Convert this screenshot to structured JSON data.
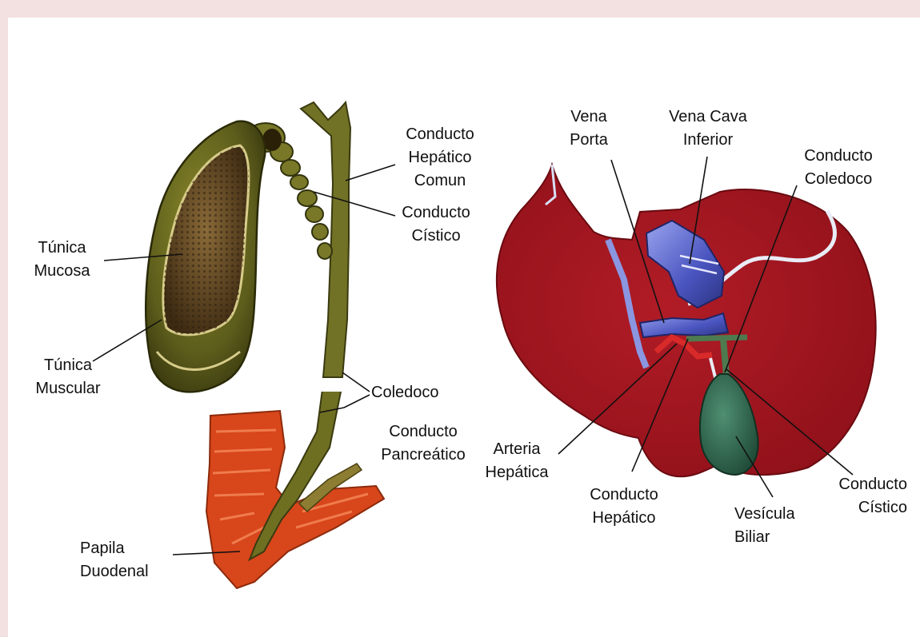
{
  "labels": {
    "tunica_mucosa": [
      "Túnica",
      "Mucosa"
    ],
    "tunica_muscular": [
      "Túnica",
      "Muscular"
    ],
    "conducto_hepatico_comun": [
      "Conducto",
      "Hepático",
      "Comun"
    ],
    "conducto_cistico_left": [
      "Conducto",
      "Cístico"
    ],
    "coledoco_left": "Coledoco",
    "conducto_pancreatico": [
      "Conducto",
      "Pancreático"
    ],
    "papila_duodenal": [
      "Papila",
      "Duodenal"
    ],
    "vena_porta": [
      "Vena",
      "Porta"
    ],
    "vena_cava_inferior": [
      "Vena Cava",
      "Inferior"
    ],
    "conducto_coledoco": [
      "Conducto",
      "Coledoco"
    ],
    "arteria_hepatica": [
      "Arteria",
      "Hepática"
    ],
    "conducto_hepatico": [
      "Conducto",
      "Hepático"
    ],
    "vesicula_biliar": [
      "Vesícula",
      "Biliar"
    ],
    "conducto_cistico_right": [
      "Conducto",
      "Cístico"
    ]
  },
  "colors": {
    "page_background": "#f3e1e1",
    "liver": "#a3151f",
    "vein": "#4a55c0",
    "gallbladder": "#2f6d54",
    "duct": "#7a7a2a",
    "duodenum": "#d8461b"
  }
}
